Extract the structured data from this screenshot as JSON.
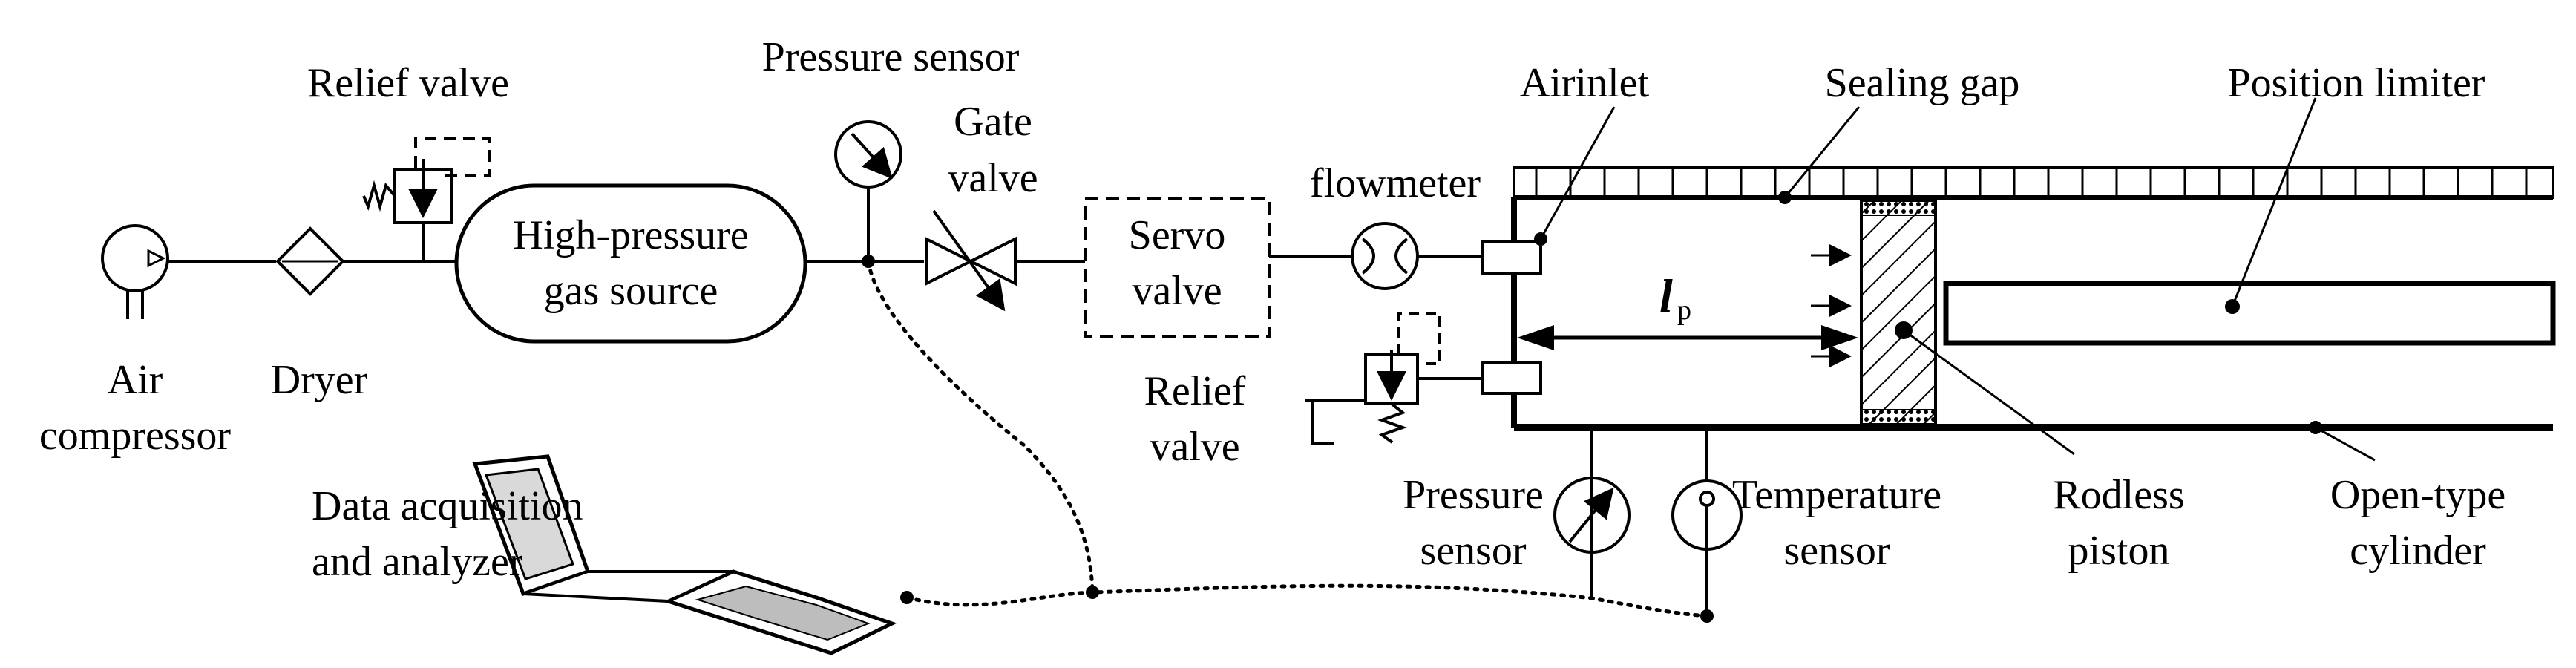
{
  "labels": {
    "air_compressor_1": "Air",
    "air_compressor_2": "compressor",
    "dryer": "Dryer",
    "relief_valve_top": "Relief valve",
    "pressure_sensor_top": "Pressure sensor",
    "gate_valve_1": "Gate",
    "gate_valve_2": "valve",
    "gas_source_1": "High-pressure",
    "gas_source_2": "gas source",
    "servo_valve_1": "Servo",
    "servo_valve_2": "valve",
    "flowmeter": "flowmeter",
    "airinlet": "Airinlet",
    "sealing_gap": "Sealing gap",
    "position_limiter": "Position limiter",
    "relief_valve_low_1": "Relief",
    "relief_valve_low_2": "valve",
    "lp_main": "l",
    "lp_sub": "p",
    "daq_1": "Data acquisition",
    "daq_2": "and analyzer",
    "pressure_sensor_bottom_1": "Pressure",
    "pressure_sensor_bottom_2": "sensor",
    "temperature_sensor_1": "Temperature",
    "temperature_sensor_2": "sensor",
    "rodless_piston_1": "Rodless",
    "rodless_piston_2": "piston",
    "open_cylinder_1": "Open-type",
    "open_cylinder_2": "cylinder"
  }
}
